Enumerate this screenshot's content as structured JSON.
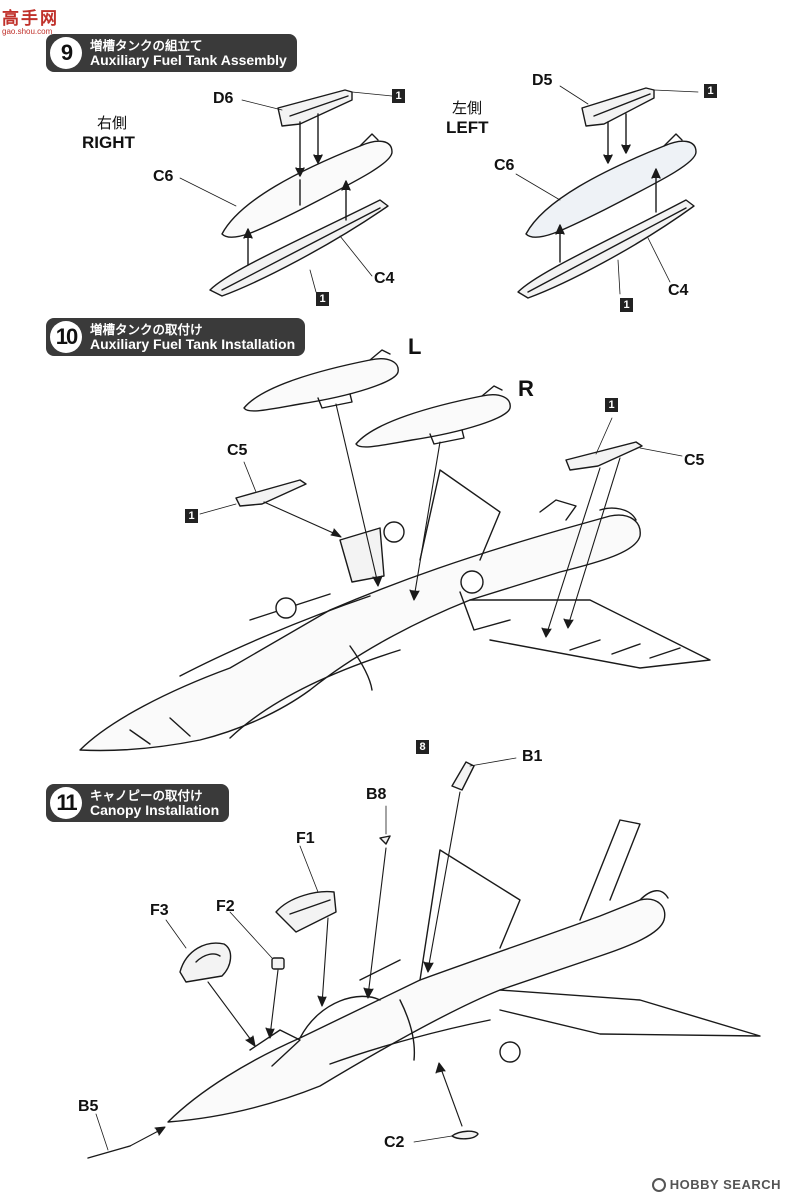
{
  "watermark_top": {
    "main": "高手网",
    "sub": "gao.shou.com"
  },
  "watermark_bottom": "HOBBY SEARCH",
  "steps": [
    {
      "num": "9",
      "title_jp": "増槽タンクの組立て",
      "title_en": "Auxiliary Fuel Tank Assembly"
    },
    {
      "num": "10",
      "title_jp": "増槽タンクの取付け",
      "title_en": "Auxiliary Fuel Tank Installation"
    },
    {
      "num": "11",
      "title_jp": "キャノピーの取付け",
      "title_en": "Canopy Installation"
    }
  ],
  "step9": {
    "right_jp": "右側",
    "right_en": "RIGHT",
    "left_jp": "左側",
    "left_en": "LEFT",
    "labels": {
      "d6": "D6",
      "c6_r": "C6",
      "c4_r": "C4",
      "d5": "D5",
      "c6_l": "C6",
      "c4_l": "C4"
    },
    "paint_ref": "1"
  },
  "step10": {
    "label_l": "L",
    "label_r": "R",
    "labels": {
      "c5_left": "C5",
      "c5_right": "C5"
    },
    "paint_ref": "1"
  },
  "step11": {
    "labels": {
      "b1": "B1",
      "b8": "B8",
      "f1": "F1",
      "f2": "F2",
      "f3": "F3",
      "b5": "B5",
      "c2": "C2"
    },
    "paint_ref": "8"
  }
}
